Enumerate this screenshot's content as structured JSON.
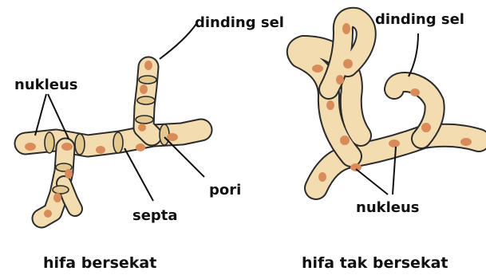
{
  "colors": {
    "hypha_fill": "#f3ddb0",
    "hypha_outline": "#2b2b2b",
    "nucleus_fill": "#d98b5a",
    "septum_fill": "#e3c98f",
    "background": "#ffffff"
  },
  "septate": {
    "caption": "hifa bersekat",
    "labels": {
      "cell_wall": "dinding sel",
      "nucleus": "nukleus",
      "pore": "pori",
      "septum": "septa"
    }
  },
  "aseptate": {
    "caption": "hifa tak bersekat",
    "labels": {
      "cell_wall": "dinding sel",
      "nucleus": "nukleus"
    }
  }
}
